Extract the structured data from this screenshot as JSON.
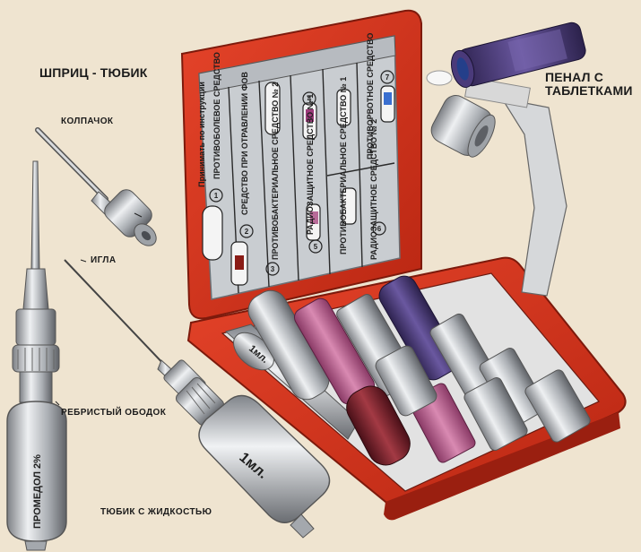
{
  "labels": {
    "syringe_tube": "ШПРИЦ - ТЮБИК",
    "cap": "КОЛПАЧОК",
    "needle": "ИГЛА",
    "ribbed_rim": "РЕБРИСТЫЙ ОБОДОК",
    "tube_liquid": "ТЮБИК С ЖИДКОСТЬЮ",
    "pill_case_line1": "ПЕНАЛ С",
    "pill_case_line2": "ТАБЛЕТКАМИ"
  },
  "lid": {
    "header": "Принимать по инструкции",
    "slots": [
      {
        "number": "1",
        "text": "ПРОТИВОБОЛЕВОЕ СРЕДСТВО"
      },
      {
        "number": "2",
        "text": "СРЕДСТВО ПРИ ОТРАВЛЕНИИ ФОВ"
      },
      {
        "number": "3",
        "text": "ПРОТИВОБАКТЕРИАЛЬНОЕ СРЕДСТВО № 2"
      },
      {
        "number": "4",
        "text": "РАДИОЗАЩИТНОЕ СРЕДСТВО № 1"
      },
      {
        "number": "5",
        "text": "ПРОТИВОБАКТЕРИАЛЬНОЕ СРЕДСТВО № 1"
      },
      {
        "number": "6",
        "text": "РАДИОЗАЩИТНОЕ СРЕДСТВО № 2"
      },
      {
        "number": "7",
        "text": "ПРОТИВОРВОТНОЕ СРЕДСТВО"
      }
    ]
  },
  "syringe_print": {
    "tube_label": "ПРОМЕДОЛ 2%",
    "tube_volume": "1мл.",
    "box_tube_volume": "1мл."
  },
  "colors": {
    "case_red": "#d8341c",
    "case_dark": "#9a1f10",
    "background": "#efe4d0",
    "purple": "#4b3a78",
    "pink": "#b75a8a",
    "maroon": "#7a2530",
    "blue": "#3a6fd0"
  }
}
